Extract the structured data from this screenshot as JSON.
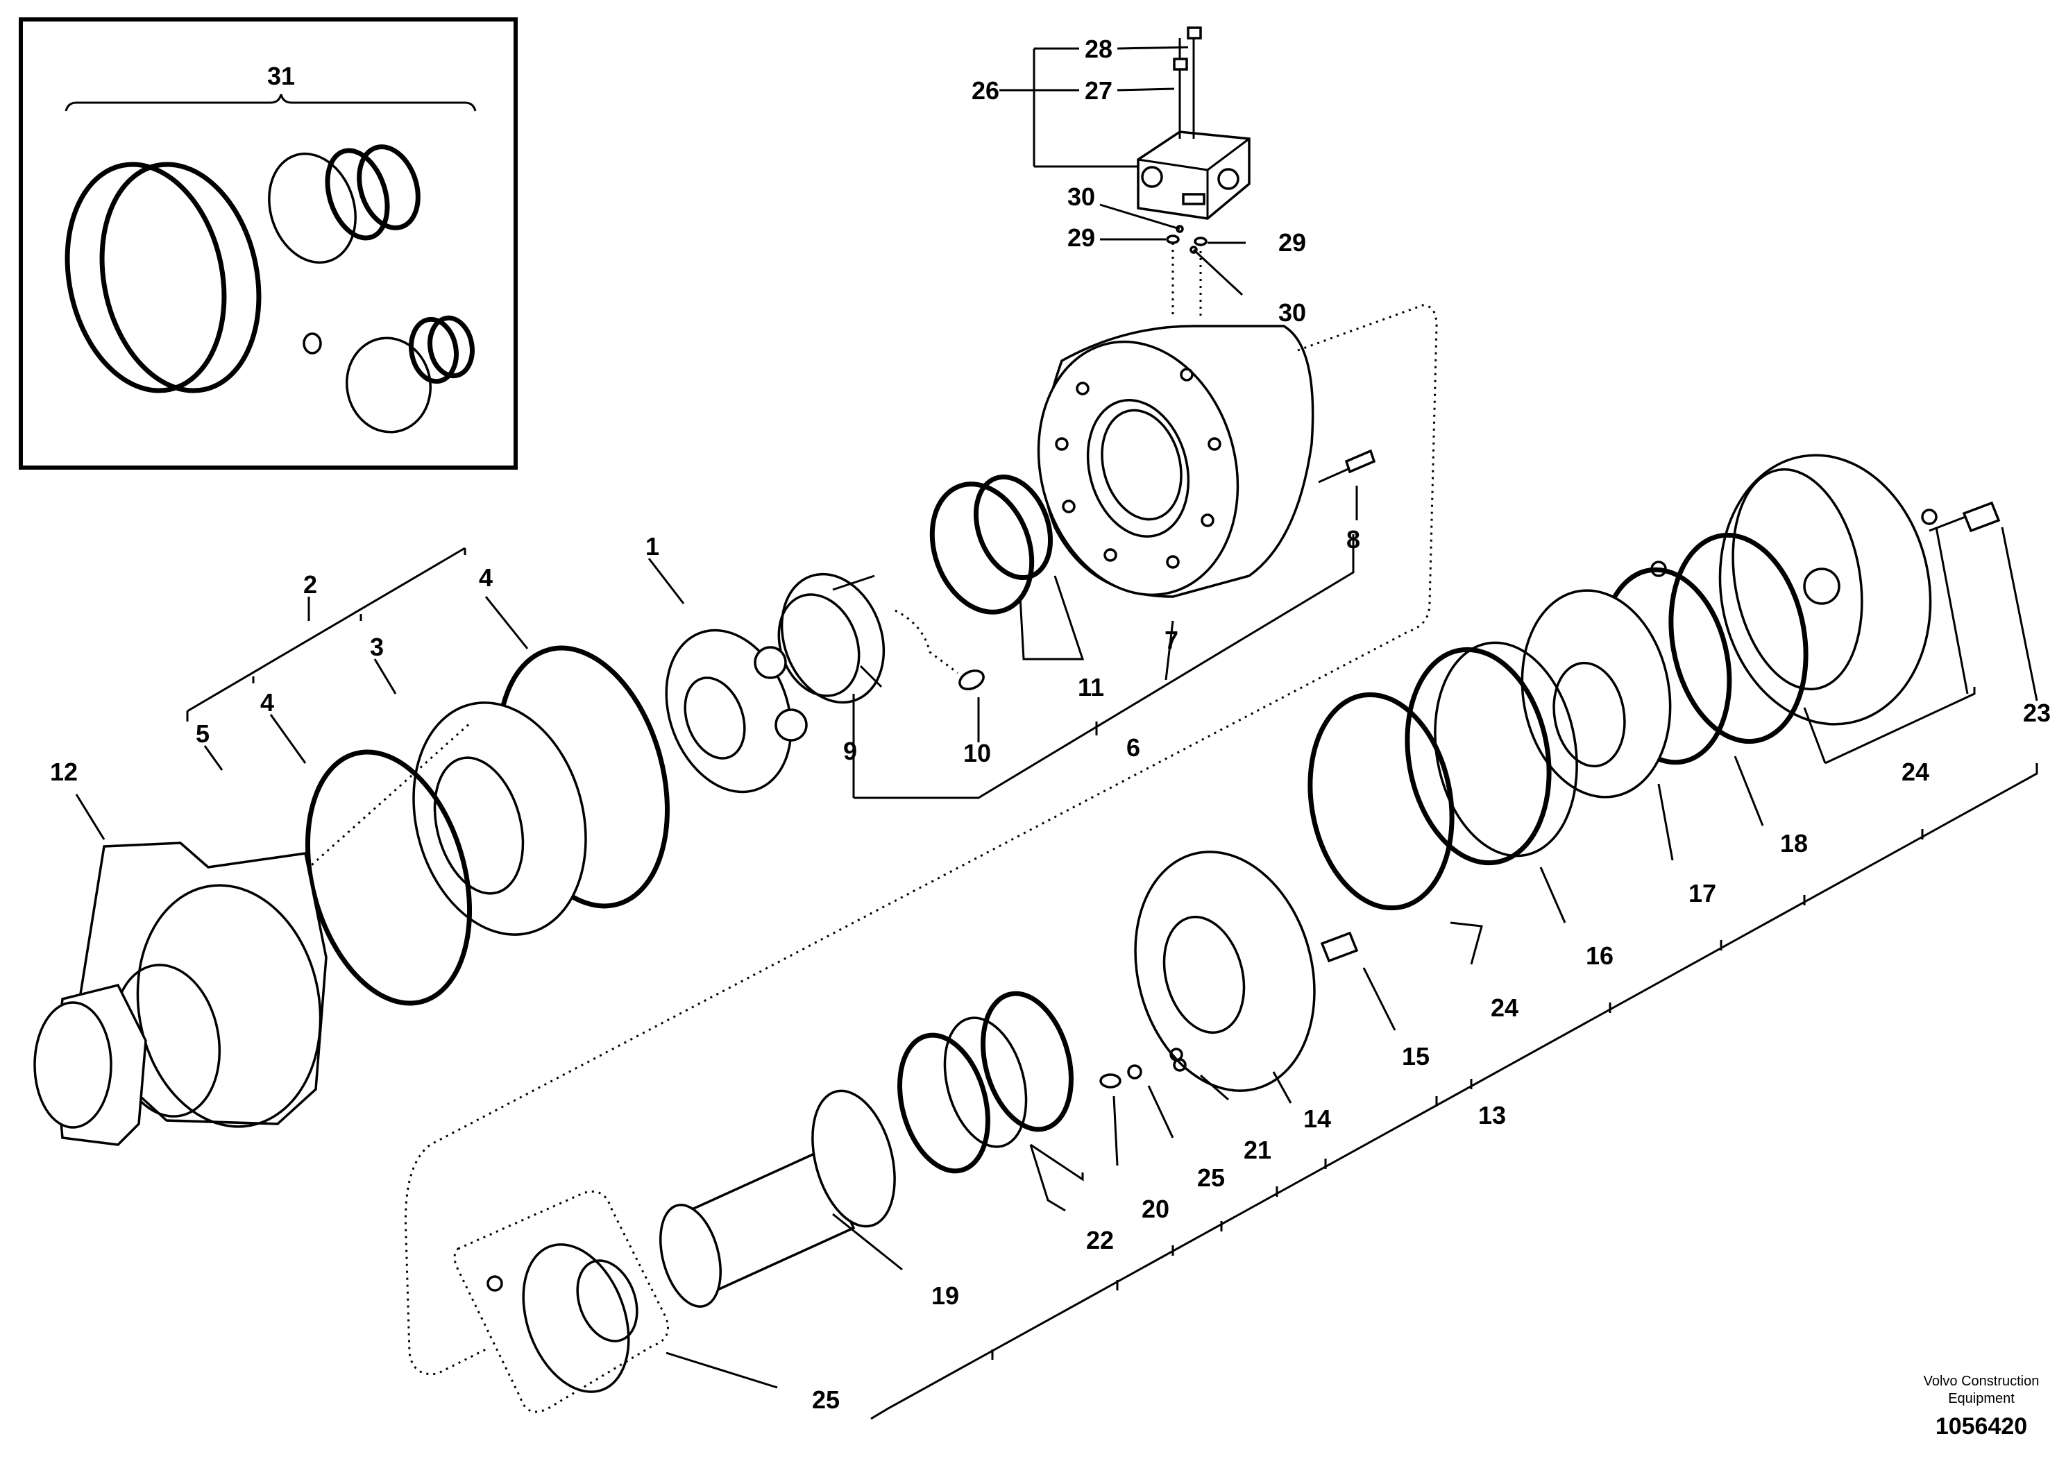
{
  "diagram": {
    "labels": {
      "p1": "1",
      "p2": "2",
      "p3": "3",
      "p4a": "4",
      "p4b": "4",
      "p5": "5",
      "p6": "6",
      "p7": "7",
      "p8": "8",
      "p9": "9",
      "p10": "10",
      "p11": "11",
      "p12": "12",
      "p13": "13",
      "p14": "14",
      "p15": "15",
      "p16": "16",
      "p17": "17",
      "p18": "18",
      "p19": "19",
      "p20": "20",
      "p21": "21",
      "p22": "22",
      "p23": "23",
      "p24a": "24",
      "p24b": "24",
      "p25a": "25",
      "p25b": "25",
      "p26": "26",
      "p27": "27",
      "p28": "28",
      "p29a": "29",
      "p29b": "29",
      "p30a": "30",
      "p30b": "30",
      "p31": "31"
    },
    "brand_line1": "Volvo Construction",
    "brand_line2": "Equipment",
    "document_number": "1056420"
  }
}
